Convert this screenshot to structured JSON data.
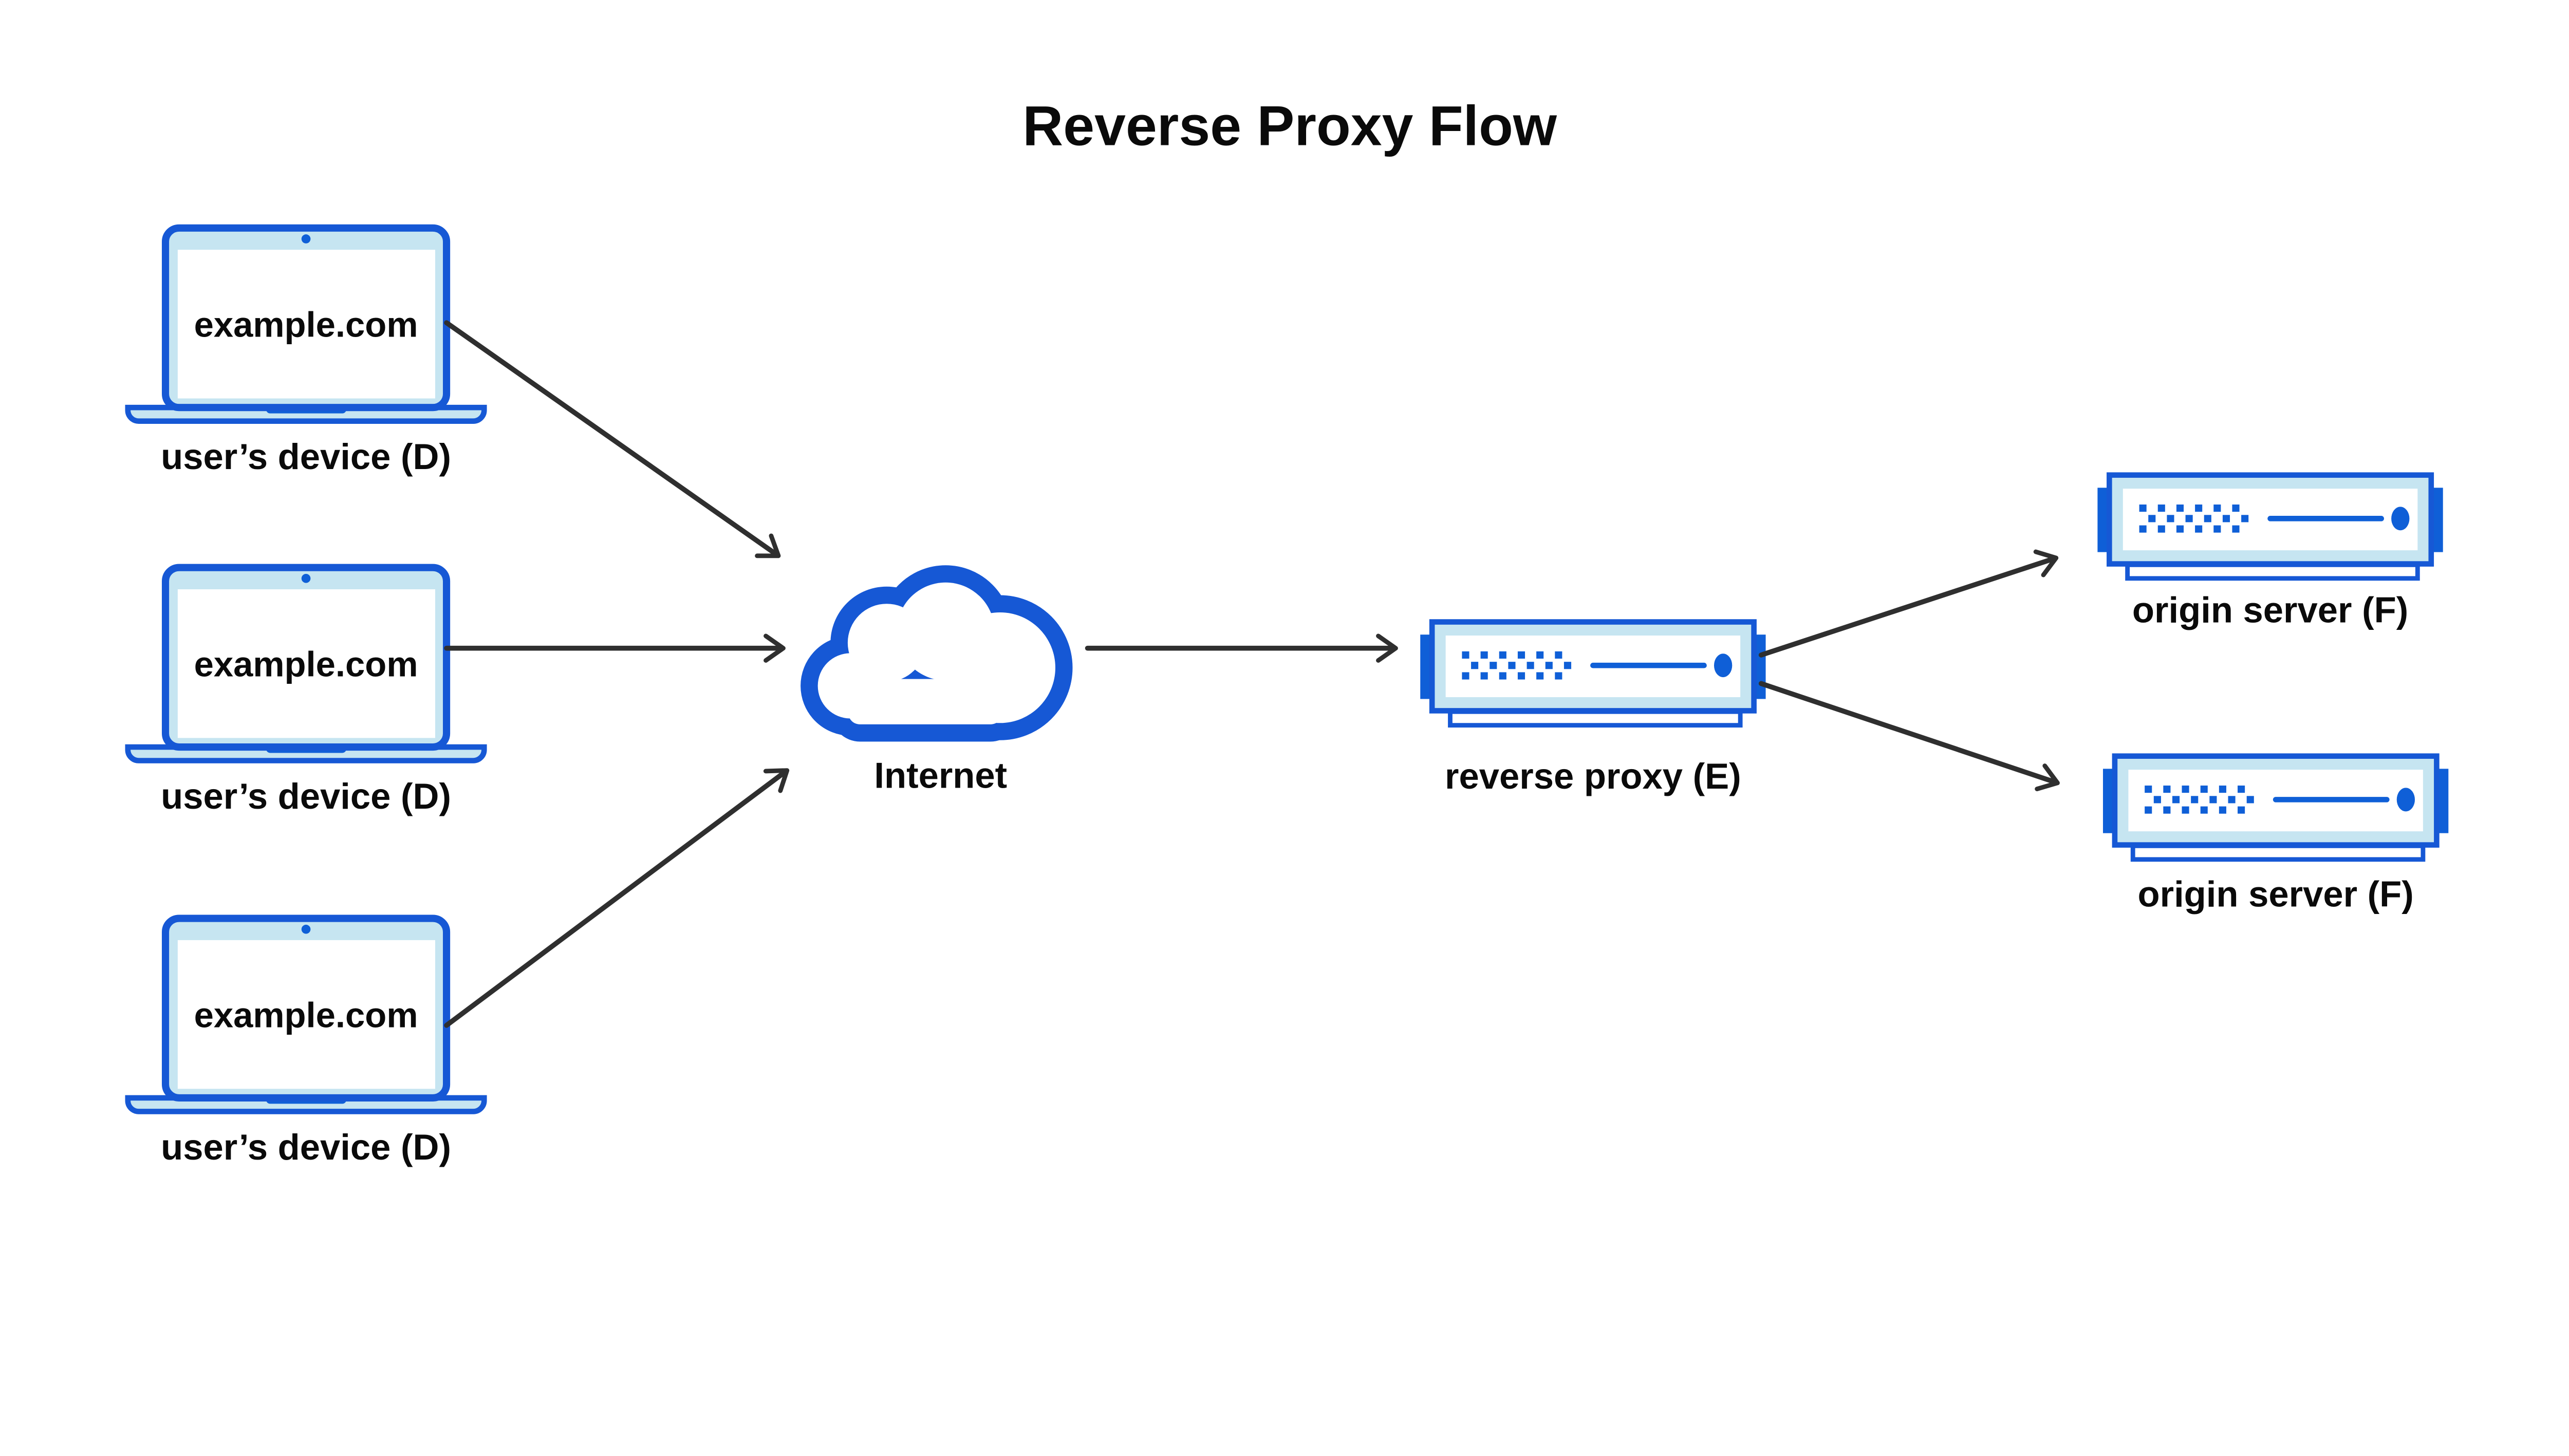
{
  "title": "Reverse Proxy Flow",
  "devices": [
    {
      "screen": "example.com",
      "label": "user’s device (D)"
    },
    {
      "screen": "example.com",
      "label": "user’s device (D)"
    },
    {
      "screen": "example.com",
      "label": "user’s device (D)"
    }
  ],
  "internet": {
    "label": "Internet"
  },
  "proxy": {
    "label": "reverse proxy (E)"
  },
  "origins": [
    {
      "label": "origin server (F)"
    },
    {
      "label": "origin server (F)"
    }
  ],
  "colors": {
    "outline": "#1658d5",
    "solid": "#0f5fd7",
    "light": "#c6e5f1",
    "text": "#0a0a0a",
    "arrow": "#2f2f2f",
    "bg": "#ffffff"
  }
}
